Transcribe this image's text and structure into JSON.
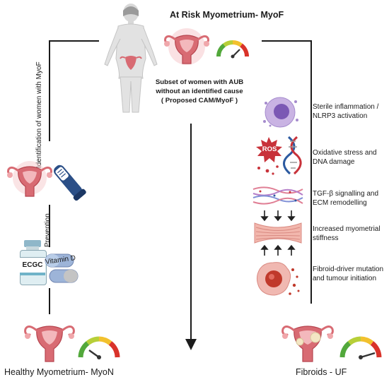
{
  "header": {
    "title": "At Risk Myometrium-  MyoF",
    "subset_line1": "Subset of women with AUB",
    "subset_line2": "without an identified cause",
    "subset_line3": "( Proposed CAM/MyoF )"
  },
  "left_path": {
    "identification_label": "Identification of women with MyoF",
    "prevention_label": "Prevention",
    "bottle_label": "ECGC",
    "pill_label": "Vitamin D",
    "outcome_label": "Healthy Myometrium-  MyoN"
  },
  "right_path": {
    "mechanisms": [
      {
        "line1": "Sterile inflammation /",
        "line2": "NLRP3 activation",
        "icon": "immune-cell-icon"
      },
      {
        "line1": "Oxidative stress and",
        "line2": "DNA damage",
        "icon": "ros-dna-icon",
        "badge": "ROS"
      },
      {
        "line1": "TGF-β signalling and",
        "line2": "ECM remodelling",
        "icon": "ecm-fibers-icon"
      },
      {
        "line1": "Increased myometrial",
        "line2": "stiffness",
        "icon": "compressed-tissue-icon"
      },
      {
        "line1": "Fibroid-driver mutation",
        "line2": "and tumour initiation",
        "icon": "mutated-cell-icon"
      }
    ],
    "outcome_label": "Fibroids - UF"
  },
  "colors": {
    "uterus": "#d86b73",
    "uterus_dark": "#b6454f",
    "gauge_red": "#d9332a",
    "gauge_green": "#52a83b",
    "line": "#1b1b1b"
  }
}
